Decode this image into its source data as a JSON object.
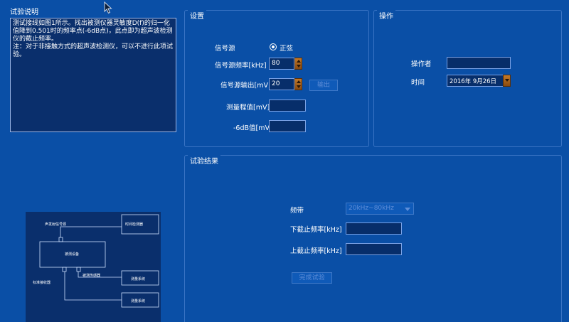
{
  "description": {
    "title": "试验说明",
    "text": "测试接线如图1所示。找出被测仪器灵敏度D(f)的归一化值降到0.501时的频率点(-6dB点)，此点即为超声波检测仪的截止频率。\n注：对于非接触方式的超声波检测仪，可以不进行此项试验。",
    "diagram": {
      "generator_label": "声发射信号源",
      "monitor_label": "时间检测器",
      "receiver_label": "标准接收器",
      "device_label": "被测设备",
      "probe_label": "被测传感器",
      "unit1_label": "测量系统",
      "unit2_label": "测量系统"
    }
  },
  "settings": {
    "title": "设置",
    "signal_source_label": "信号源",
    "sine_option_label": "正弦",
    "freq_label": "信号源频率[kHz]",
    "freq_value": "80",
    "output_label": "信号源输出[mV]",
    "output_value": "20",
    "output_button": "输出",
    "range_label": "测量程值[mV]",
    "range_value": "",
    "db6_label": "-6dB值[mV]",
    "db6_value": ""
  },
  "operation": {
    "title": "操作",
    "operator_label": "操作者",
    "operator_value": "",
    "time_label": "时间",
    "time_value": "2016年 9月26日"
  },
  "results": {
    "title": "试验结果",
    "band_label": "频带",
    "band_value": "20kHz~80kHz",
    "lower_label": "下截止频率[kHz]",
    "lower_value": "",
    "upper_label": "上截止频率[kHz]",
    "upper_value": "",
    "finish_button": "完成试验"
  }
}
